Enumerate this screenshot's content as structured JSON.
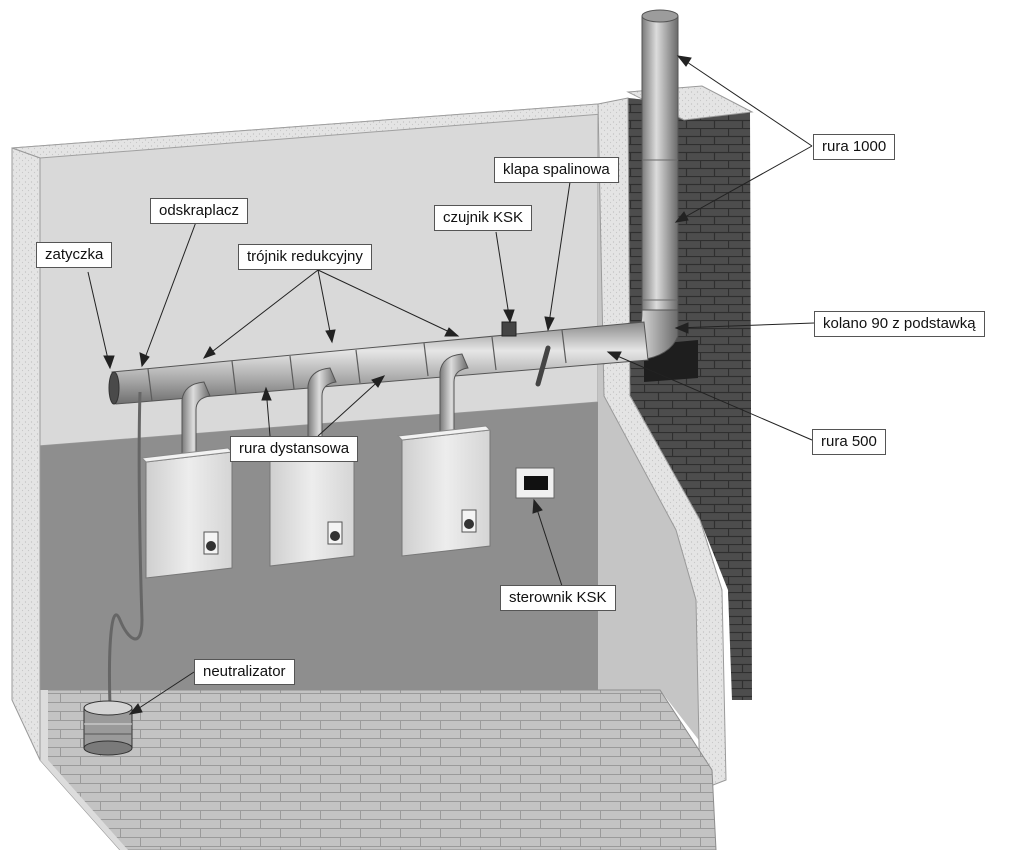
{
  "labels": {
    "zatyczka": "zatyczka",
    "odskraplacz": "odskraplacz",
    "trojnik": "trójnik redukcyjny",
    "czujnik": "czujnik KSK",
    "klapa": "klapa spalinowa",
    "rura1000": "rura 1000",
    "kolano": "kolano 90 z podstawką",
    "rura500": "rura 500",
    "dystansowa": "rura dystansowa",
    "sterownik": "sterownik KSK",
    "neutralizator": "neutralizator"
  },
  "colors": {
    "wall_upper": "#d8d8d8",
    "wall_lower": "#8f8f8f",
    "side_wall": "#c4c4c4",
    "brick": "#4a4a4a",
    "plaster": "#e6e6e6",
    "floor": "#bdbdbd",
    "pipe": "#b9b9b9",
    "boiler": "#e4e4e4",
    "line": "#222222"
  }
}
